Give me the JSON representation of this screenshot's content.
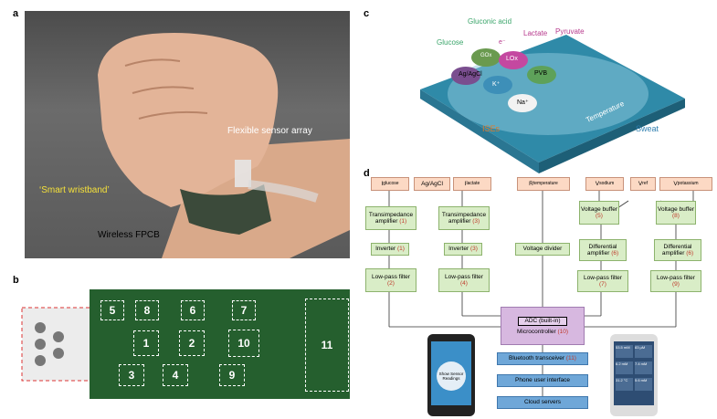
{
  "panels": {
    "a": {
      "letter": "a",
      "label_flex": "Flexible sensor array",
      "label_smart": "‘Smart wristband’",
      "label_fpcb": "Wireless FPCB"
    },
    "b": {
      "letter": "b",
      "chips": [
        "5",
        "8",
        "6",
        "7",
        "1",
        "2",
        "10",
        "11",
        "3",
        "4",
        "9"
      ]
    },
    "c": {
      "letter": "c",
      "glucose": "Glucose",
      "gluconic": "Gluconic acid",
      "lactate": "Lactate",
      "pyruvate": "Pyruvate",
      "electron": "e⁻",
      "agagcl": "Ag/AgCl",
      "gox": "GOx",
      "lox": "LOx",
      "pvb": "PVB",
      "k": "K⁺",
      "na": "Na⁺",
      "temperature": "Temperature",
      "ises": "ISEs",
      "sweat": "Sweat"
    },
    "d": {
      "letter": "d",
      "inputs": {
        "iglucose": "I",
        "iglucose_sub": "glucose",
        "agagcl": "Ag/AgCl",
        "ilactate": "I",
        "ilactate_sub": "lactate",
        "rtemp": "R",
        "rtemp_sub": "temperature",
        "vsodium": "V",
        "vsodium_sub": "sodium",
        "vref": "V",
        "vref_sub": "ref",
        "vpotassium": "V",
        "vpotassium_sub": "potassium"
      },
      "tia1": "Transimpedance amplifier",
      "tia1_num": "(1)",
      "tia3": "Transimpedance amplifier",
      "tia3_num": "(3)",
      "inv1": "Inverter",
      "inv1_num": "(1)",
      "inv3": "Inverter",
      "inv3_num": "(3)",
      "lpf2": "Low-pass filter",
      "lpf2_num": "(2)",
      "lpf4": "Low-pass filter",
      "lpf4_num": "(4)",
      "vdiv": "Voltage divider",
      "vb5": "Voltage buffer",
      "vb5_num": "(5)",
      "vb8": "Voltage buffer",
      "vb8_num": "(8)",
      "da6a": "Differential amplifier",
      "da6a_num": "(6)",
      "da6b": "Differential amplifier",
      "da6b_num": "(6)",
      "lpf7": "Low-pass filter",
      "lpf7_num": "(7)",
      "lpf9": "Low-pass filter",
      "lpf9_num": "(9)",
      "adc": "ADC (built-in)",
      "mcu": "Microcontroller",
      "mcu_num": "(10)",
      "bt": "Bluetooth transceiver",
      "bt_num": "(11)",
      "phone_ui": "Phone user interface",
      "cloud": "Cloud servers",
      "phone_left_btn": "Show Sensor Readings",
      "phone_right_cells": [
        "53.5 mM",
        "83 µM",
        "6.2 mM",
        "7.4 mM",
        "31.2 °C",
        "5.6 mM"
      ]
    }
  }
}
